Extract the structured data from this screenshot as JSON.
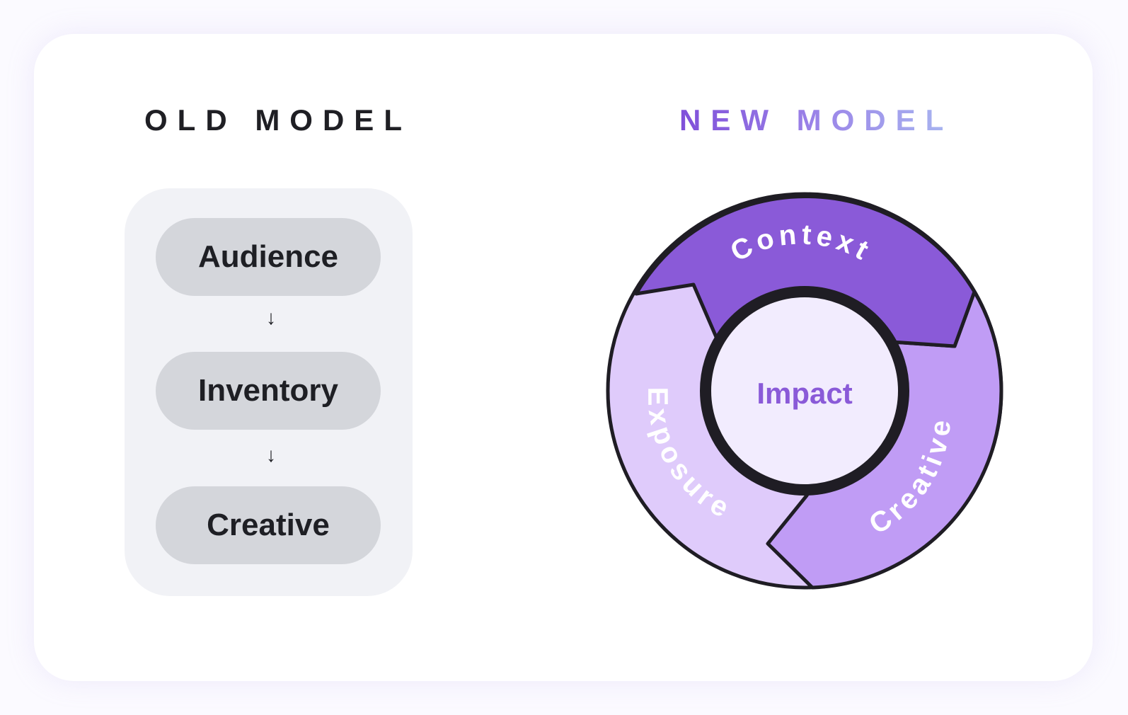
{
  "old_model": {
    "title": "OLD MODEL",
    "steps": [
      "Audience",
      "Inventory",
      "Creative"
    ],
    "arrow": "↓"
  },
  "new_model": {
    "title": "NEW MODEL",
    "center": "Impact",
    "segments": {
      "context": "Context",
      "creative": "Creative",
      "exposure": "Exposure"
    }
  },
  "colors": {
    "context": "#8a5ad8",
    "creative": "#c09cf5",
    "exposure": "#dfcbfb",
    "center": "#f2ecfe",
    "outline": "#1f1d24",
    "impact_text": "#8a5ad8"
  }
}
